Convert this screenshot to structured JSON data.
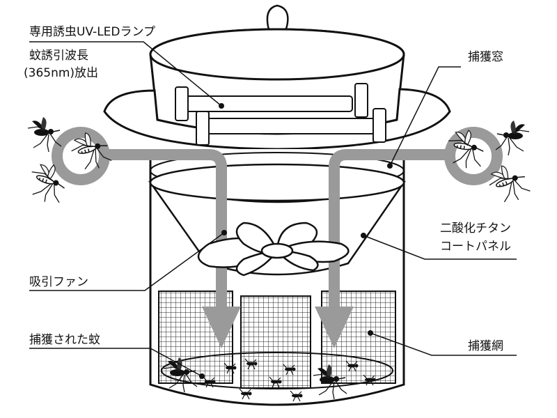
{
  "labels": {
    "lamp": "専用誘虫UV-LEDランプ",
    "wavelength_line1": "蚊誘引波長",
    "wavelength_line2": "(365nm)放出",
    "capture_window": "捕獲窓",
    "panel_line1": "二酸化チタン",
    "panel_line2": "コートパネル",
    "fan": "吸引ファン",
    "caught_mosquitoes": "捕獲された蚊",
    "capture_net": "捕獲網"
  },
  "colors": {
    "outline": "#111111",
    "airflow_arrow": "#9a9a9a",
    "background": "#ffffff"
  },
  "icons": [
    "mosquito-icon",
    "fan-icon",
    "uv-led-lamp-icon",
    "hanging-hook-icon"
  ]
}
